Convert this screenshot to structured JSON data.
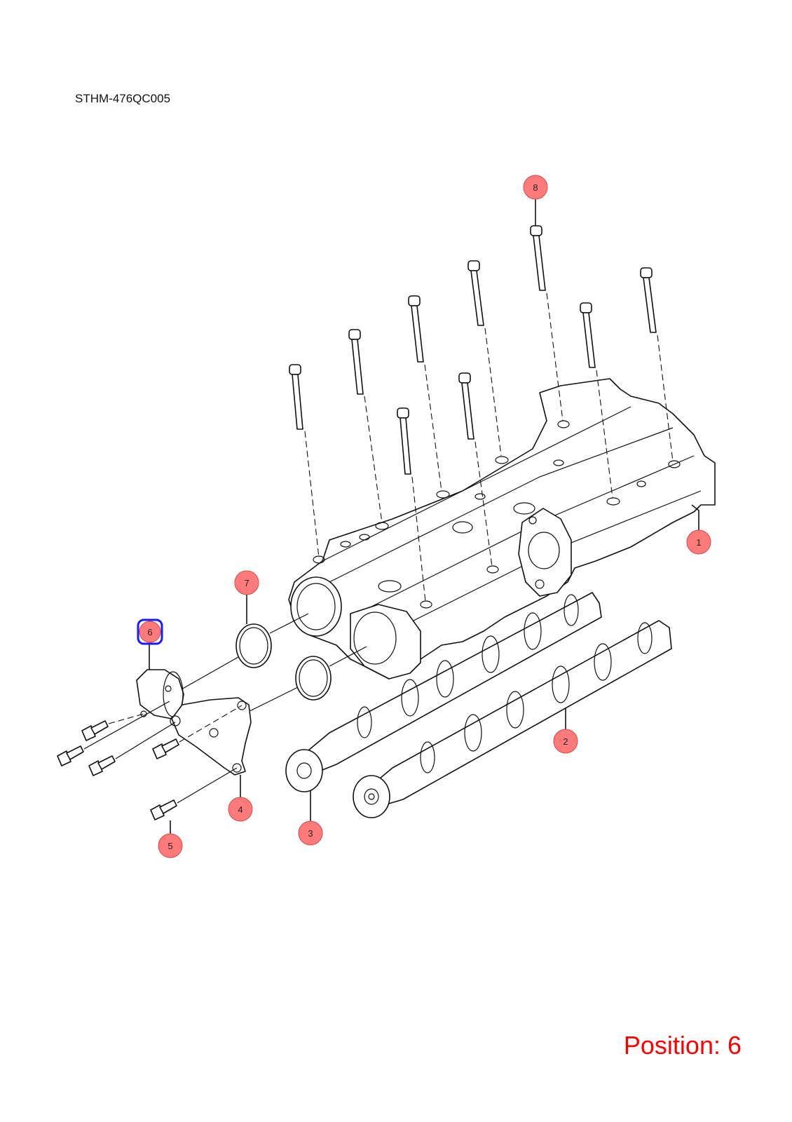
{
  "diagram": {
    "code": "STHM-476QC005",
    "position_label": "Position: 6",
    "selected_callout": "6",
    "callouts": [
      {
        "id": "1",
        "label": "1"
      },
      {
        "id": "2",
        "label": "2"
      },
      {
        "id": "3",
        "label": "3"
      },
      {
        "id": "4",
        "label": "4"
      },
      {
        "id": "5",
        "label": "5"
      },
      {
        "id": "6",
        "label": "6"
      },
      {
        "id": "7",
        "label": "7"
      },
      {
        "id": "8",
        "label": "8"
      }
    ],
    "colors": {
      "callout_fill": "#ff7b7b",
      "selected_outline": "#1a1aff",
      "position_text": "#ff0000"
    }
  }
}
